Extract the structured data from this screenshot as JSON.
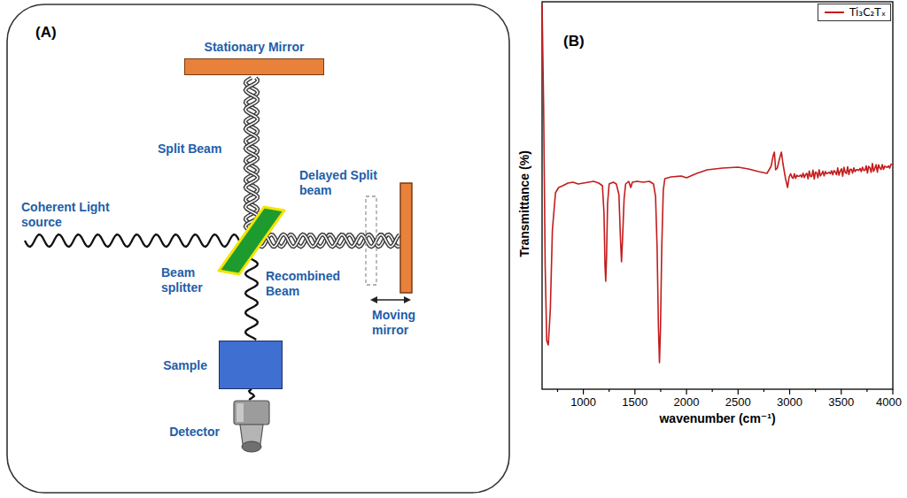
{
  "diagram": {
    "nodes": [
      {
        "text": [
          "Stationary Mirror"
        ]
      },
      {
        "text": [
          "Sample"
        ]
      },
      {
        "text": [
          "Detector"
        ]
      }
    ],
    "edges": [
      {
        "from": 1,
        "to": 2,
        "arrow": "none"
      }
    ],
    "labels": [
      "(A)",
      "Split Beam",
      "Delayed Split beam",
      "Coherent Light source",
      "Beam splitter",
      "Recombined Beam",
      "Moving mirror",
      "(B)",
      "Transmittance (%)",
      "wavenumber (cm⁻¹)",
      "1000",
      "1500",
      "2000",
      "2500",
      "3000",
      "3500",
      "4000"
    ],
    "legend": [
      {
        "text": "Ti₃C₂Tₓ"
      }
    ]
  }
}
